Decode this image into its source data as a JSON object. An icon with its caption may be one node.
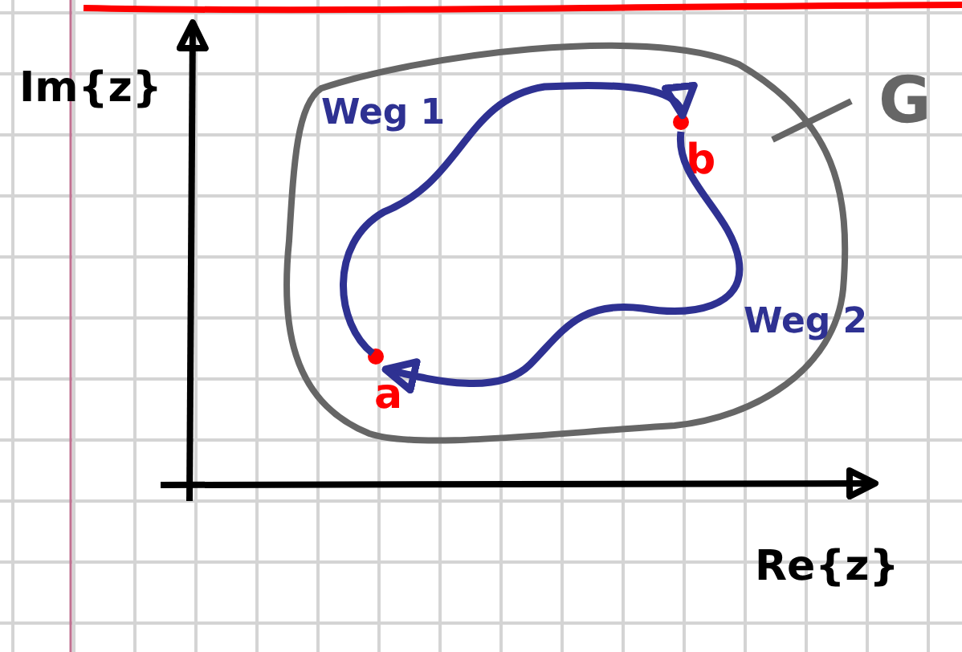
{
  "diagram": {
    "nodes": [
      {
        "text": [
          "G"
        ]
      },
      {
        "text": [
          "a"
        ],
        "in": 0
      },
      {
        "text": [
          "b"
        ],
        "in": 0
      }
    ],
    "edges": [
      {
        "from": 1,
        "to": 2,
        "arrow": "to",
        "label": "Weg 1"
      },
      {
        "from": 2,
        "to": 1,
        "arrow": "to",
        "label": "Weg 2"
      }
    ],
    "labels": [
      "Im{z}",
      "Re{z}"
    ]
  }
}
